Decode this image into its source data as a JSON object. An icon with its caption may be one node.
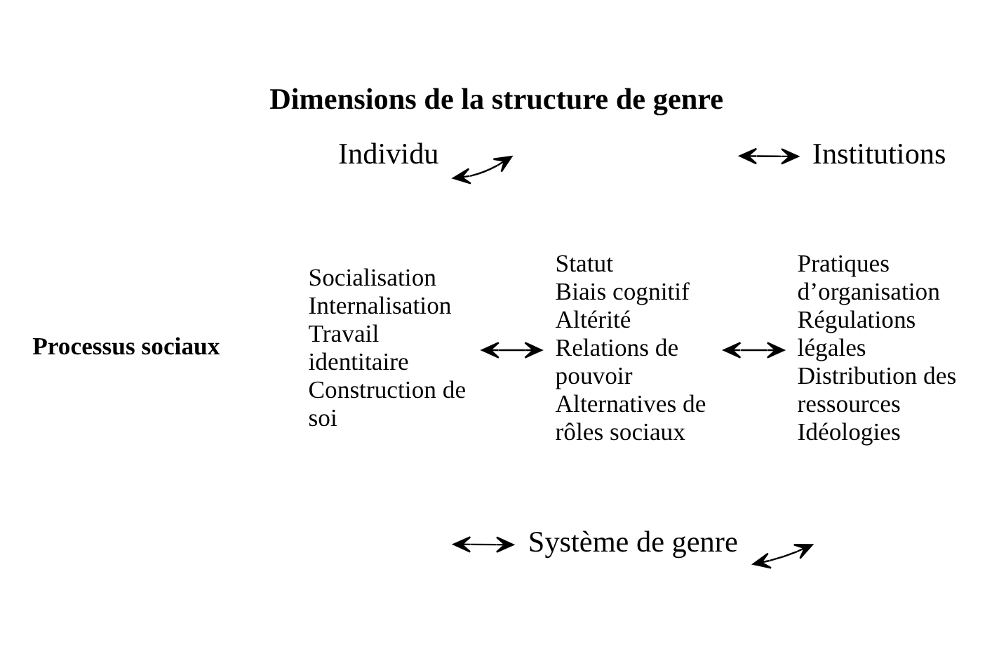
{
  "diagram": {
    "title": "Dimensions de la structure de genre",
    "nodes": [
      {
        "text": [
          "Individu"
        ]
      },
      {
        "text": [
          "Institutions"
        ]
      },
      {
        "text": [
          "Socialisation",
          "Internalisation",
          "Travail identitaire",
          "Construction de soi"
        ]
      },
      {
        "text": [
          "Statut",
          "Biais cognitif",
          "Altérité",
          "Relations de pouvoir",
          "Alternatives de rôles sociaux"
        ]
      },
      {
        "text": [
          "Pratiques d’organisation",
          "Régulations légales",
          "Distribution des ressources",
          "Idéologies"
        ]
      },
      {
        "text": [
          "Système de genre"
        ]
      }
    ],
    "edges": [
      {
        "from": 0,
        "to": null,
        "arrow": "both"
      },
      {
        "from": null,
        "to": 1,
        "arrow": "both"
      },
      {
        "from": 2,
        "to": 3,
        "arrow": "both"
      },
      {
        "from": 3,
        "to": 4,
        "arrow": "both"
      },
      {
        "from": null,
        "to": 5,
        "arrow": "both"
      },
      {
        "from": 5,
        "to": null,
        "arrow": "both"
      }
    ],
    "labels": [
      "Processus sociaux"
    ]
  }
}
